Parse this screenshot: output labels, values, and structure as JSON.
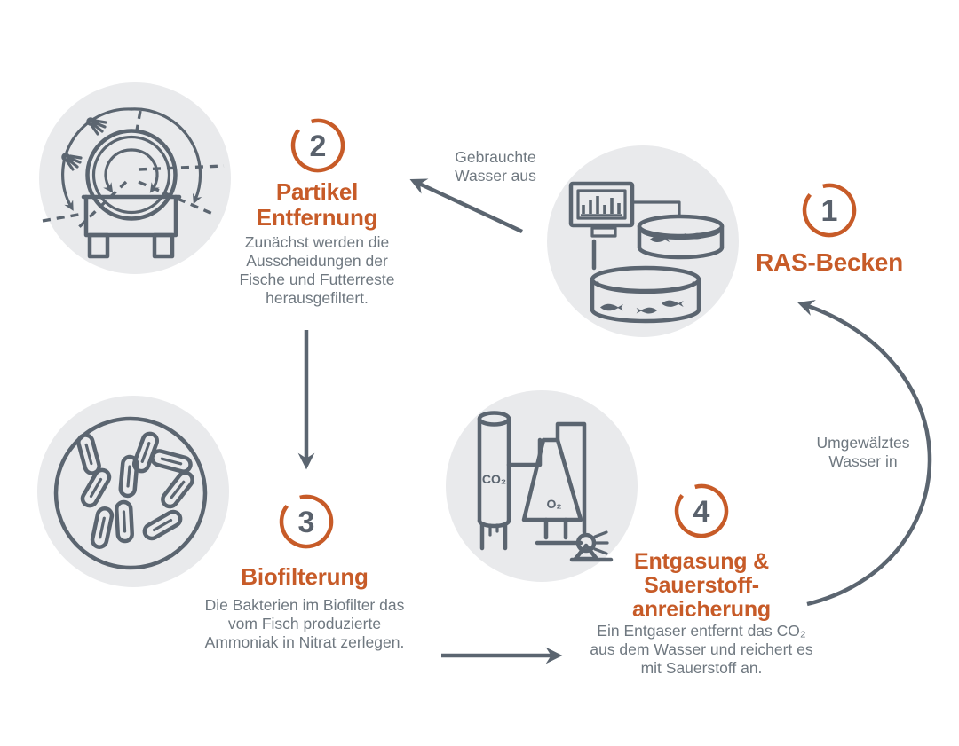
{
  "diagram": {
    "type": "cycle-diagram",
    "subject": "RAS Kreislauf (recirculating aquaculture system)",
    "colors": {
      "accent_orange": "#C75B28",
      "icon_slate": "#5B6570",
      "text_gray": "#6F7880",
      "number_gray": "#59616C",
      "bubble_gray": "#E9EAEC",
      "background": "#FFFFFF"
    }
  },
  "steps": [
    {
      "number": "1",
      "title": "RAS-Becken",
      "icon": "fish-tanks-with-monitor-icon"
    },
    {
      "number": "2",
      "title_lines": [
        "Partikel",
        "Entfernung"
      ],
      "desc_lines": [
        "Zunächst werden die",
        "Ausscheidungen der",
        "Fische und Futterreste",
        "herausgefiltert."
      ],
      "icon": "drum-filter-icon"
    },
    {
      "number": "3",
      "title": "Biofilterung",
      "desc_lines": [
        "Die Bakterien im Biofilter das",
        "vom Fisch produzierte",
        "Ammoniak in Nitrat zerlegen."
      ],
      "icon": "bacteria-icon"
    },
    {
      "number": "4",
      "title_lines": [
        "Entgasung &",
        "Sauerstoff-",
        "anreicherung"
      ],
      "desc_lines": [
        "Ein Entgaser entfernt das CO₂",
        "aus dem Wasser und reichert es",
        "mit Sauerstoff an."
      ],
      "icon": "degasser-oxygenator-icon"
    }
  ],
  "flow_labels": {
    "used_water_lines": [
      "Gebrauchte",
      "Wasser aus"
    ],
    "recirculated_water_lines": [
      "Umgewälztes",
      "Wasser in"
    ]
  },
  "icon_labels": {
    "co2": "CO₂",
    "o2": "O₂"
  }
}
